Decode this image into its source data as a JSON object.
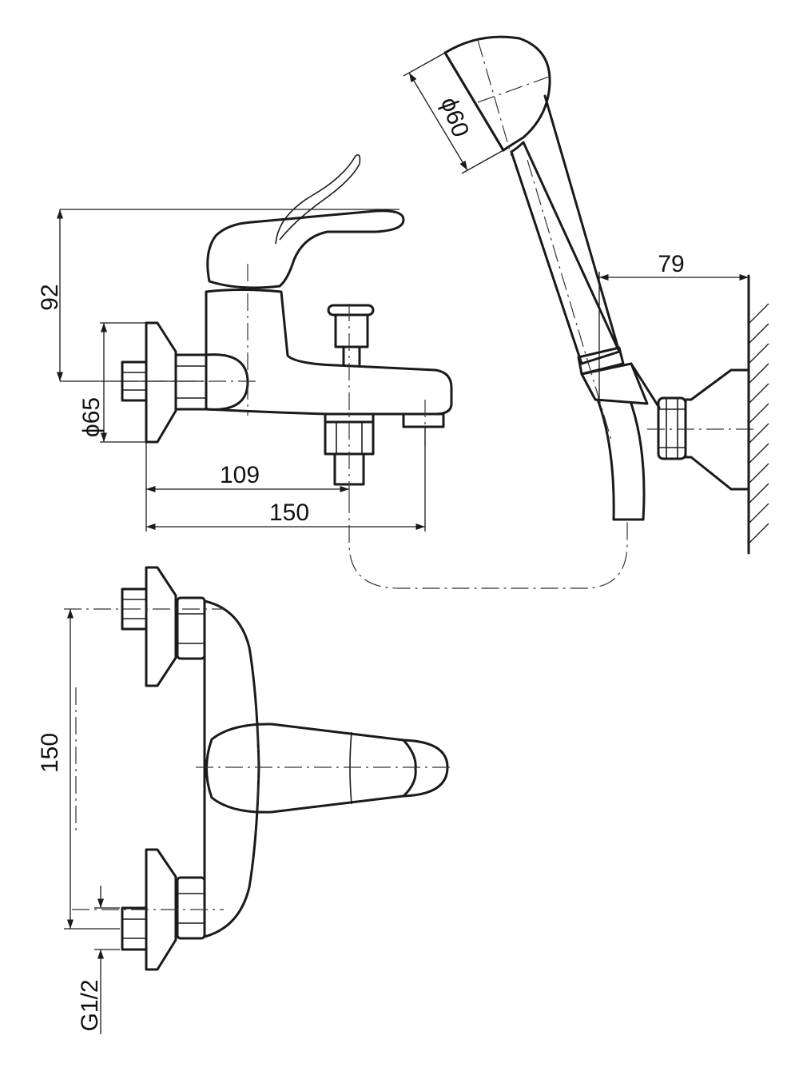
{
  "dimensions": {
    "spout_height": "92",
    "flange_diameter": "ϕ65",
    "inlet_to_diverter": "109",
    "inlet_to_spout": "150",
    "handshower_diameter": "ϕ60",
    "holder_offset": "79",
    "inlet_spacing": "150",
    "thread": "G1/2"
  }
}
